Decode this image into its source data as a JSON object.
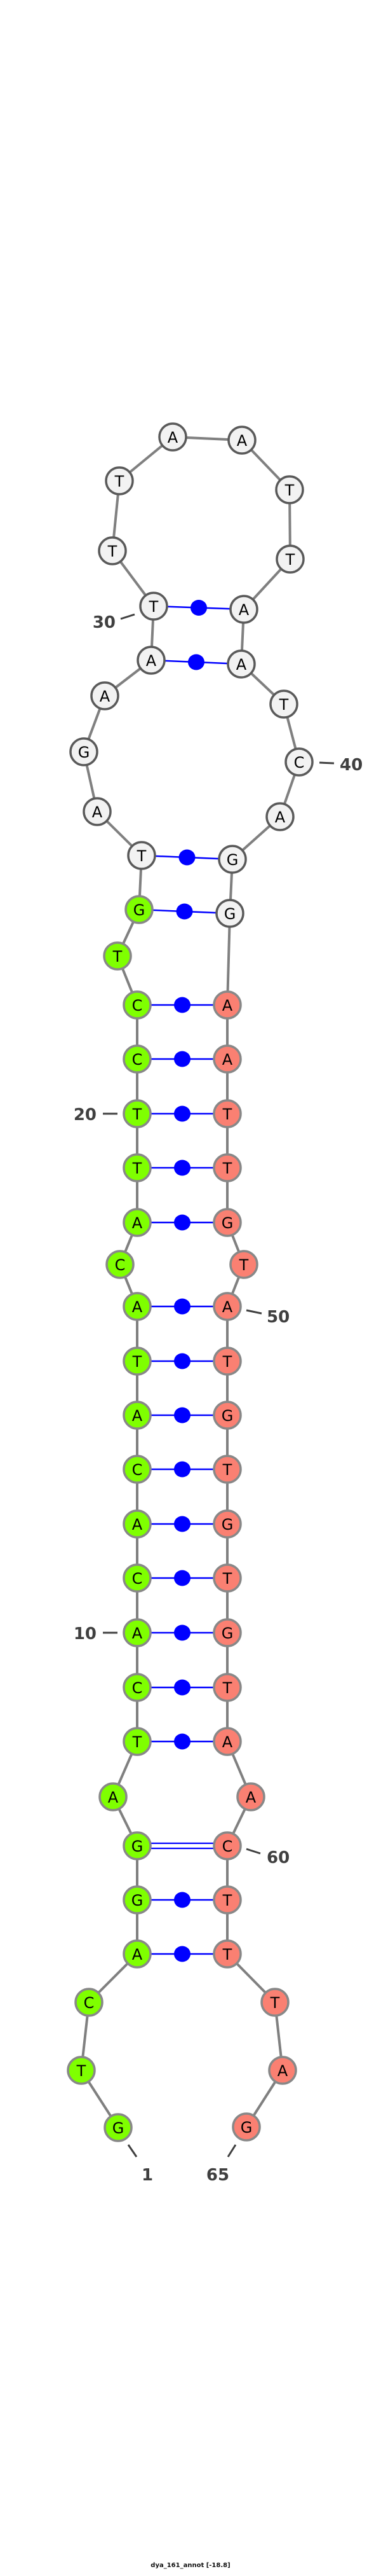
{
  "structure": {
    "sequence": "GTCAGGATCACACATACATTCCTGTAGAATTTAATTAATCAGGAATTGTATGTGTGTAACTTTAG",
    "pairs": [
      [
        4,
        62
      ],
      [
        5,
        61
      ],
      [
        6,
        60
      ],
      [
        8,
        58
      ],
      [
        9,
        57
      ],
      [
        10,
        56
      ],
      [
        11,
        55
      ],
      [
        12,
        54
      ],
      [
        13,
        53
      ],
      [
        14,
        52
      ],
      [
        15,
        51
      ],
      [
        16,
        50
      ],
      [
        18,
        48
      ],
      [
        19,
        47
      ],
      [
        20,
        46
      ],
      [
        21,
        45
      ],
      [
        22,
        44
      ],
      [
        24,
        43
      ],
      [
        25,
        42
      ],
      [
        29,
        38
      ],
      [
        30,
        37
      ]
    ],
    "regions": [
      {
        "from": 1,
        "to": 24,
        "color": "#7fff00"
      },
      {
        "from": 25,
        "to": 43,
        "color": "#f2f2f2"
      },
      {
        "from": 44,
        "to": 65,
        "color": "#fa8072"
      }
    ],
    "position_labels": [
      "1",
      "10",
      "20",
      "30",
      "40",
      "50",
      "60",
      "65"
    ]
  },
  "colors": {
    "backbone": "#808080",
    "pair": "#0000ff",
    "label": "#404040"
  },
  "caption": "dya_161_annot [-18.8]"
}
